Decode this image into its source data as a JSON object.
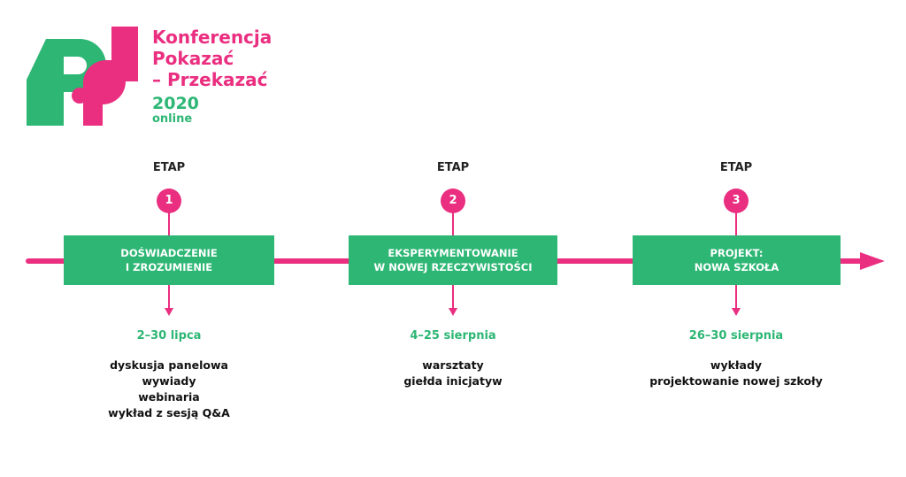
{
  "colors": {
    "pink": "#ea2e80",
    "green": "#2db674",
    "text": "#111111"
  },
  "logo": {
    "mark_icon": "ph-monogram-logo",
    "lines": [
      "Konferencja",
      "Pokazać",
      "– Przekazać"
    ],
    "year": "2020",
    "mode": "online"
  },
  "stages": [
    {
      "label": "ETAP",
      "number": "1",
      "title_lines": [
        "DOŚWIADCZENIE",
        "I ZROZUMIENIE"
      ],
      "date": "2–30 lipca",
      "activities": [
        "dyskusja panelowa",
        "wywiady",
        "webinaria",
        "wykład z sesją Q&A"
      ]
    },
    {
      "label": "ETAP",
      "number": "2",
      "title_lines": [
        "EKSPERYMENTOWANIE",
        "W NOWEJ RZECZYWISTOŚCI"
      ],
      "date": "4–25 sierpnia",
      "activities": [
        "warsztaty",
        "giełda inicjatyw"
      ]
    },
    {
      "label": "ETAP",
      "number": "3",
      "title_lines": [
        "PROJEKT:",
        "NOWA SZKOŁA"
      ],
      "date": "26–30 sierpnia",
      "activities": [
        "wykłady",
        "projektowanie nowej szkoły"
      ]
    }
  ]
}
